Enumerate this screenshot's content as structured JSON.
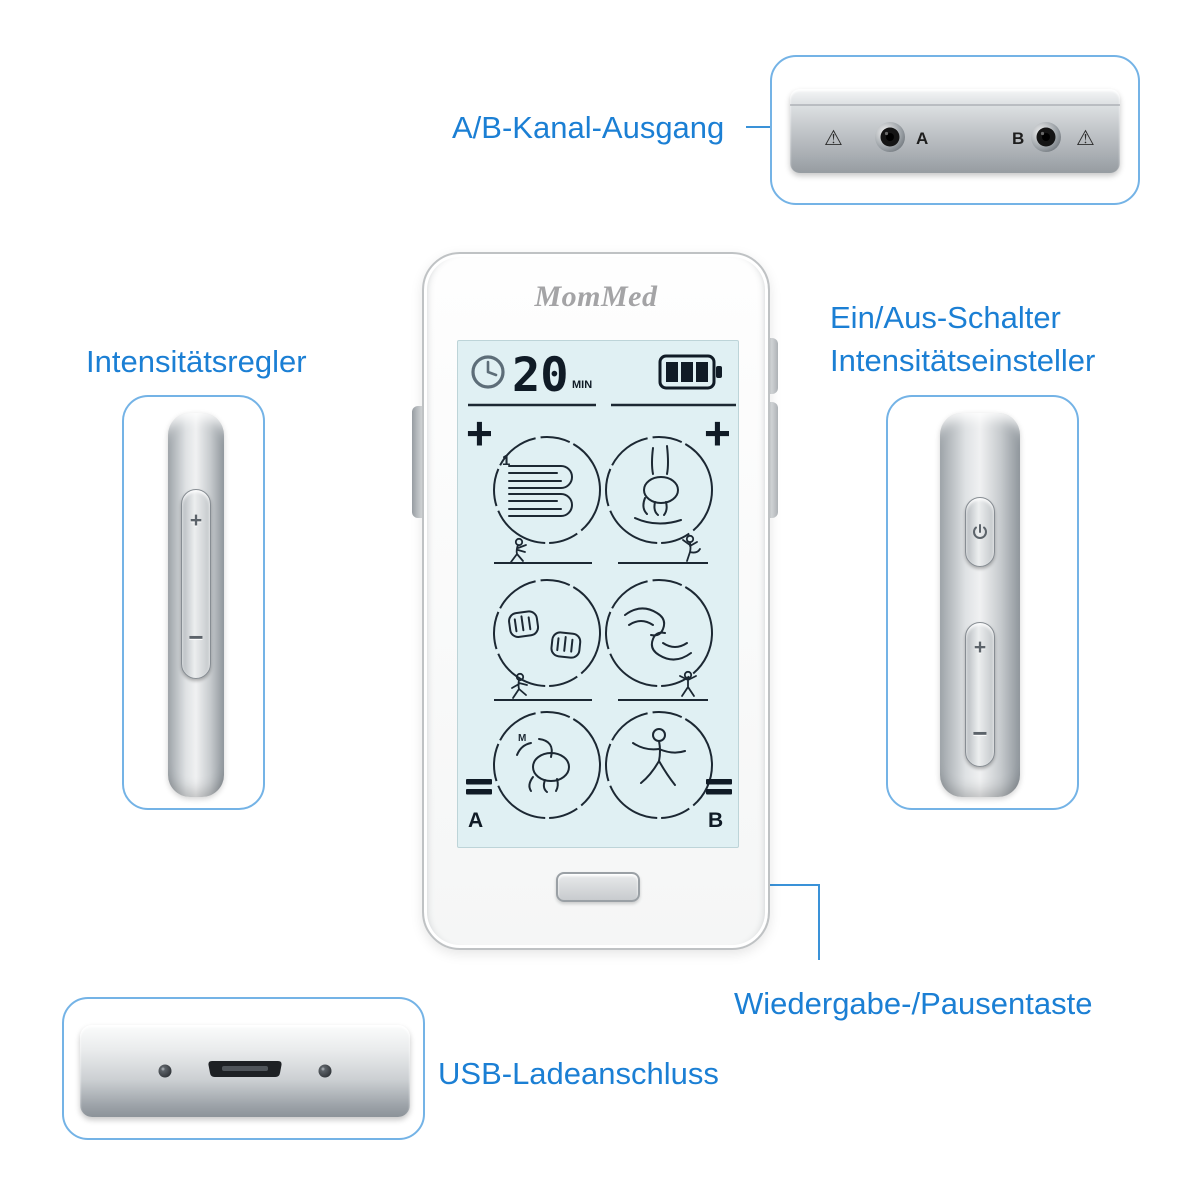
{
  "colors": {
    "accent": "#1b7fd4",
    "box_outline": "#74b3e6",
    "screen_bg": "#e0f0f3"
  },
  "annotations": {
    "ab_output": "A/B-Kanal-Ausgang",
    "power_line1": "Ein/Aus-Schalter",
    "power_line2": "Intensitätseinsteller",
    "intensity": "Intensitätsregler",
    "play_pause": "Wiedergabe-/Pausentaste",
    "usb": "USB-Ladeanschluss"
  },
  "device": {
    "brand": "MomMed",
    "screen": {
      "timer_value": "20",
      "timer_unit": "MIN",
      "plus": "+",
      "mode_number": "1",
      "mode_letter": "M",
      "channel_a": "A",
      "channel_b": "B"
    }
  },
  "top_edge": {
    "warning": "⚠",
    "port_a": "A",
    "port_b": "B"
  },
  "left_side": {
    "plus": "+",
    "minus": "−"
  },
  "right_side": {
    "plus": "+",
    "minus": "−"
  }
}
